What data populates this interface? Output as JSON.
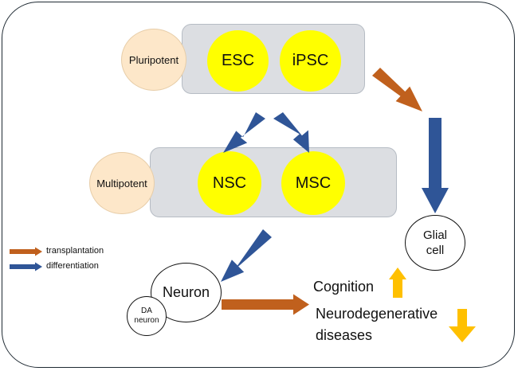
{
  "labels": {
    "pluripotent": "Pluripotent",
    "multipotent": "Multipotent",
    "esc": "ESC",
    "ipsc": "iPSC",
    "nsc": "NSC",
    "msc": "MSC",
    "neuron": "Neuron",
    "da_neuron_line1": "DA",
    "da_neuron_line2": "neuron",
    "glial_line1": "Glial",
    "glial_line2": "cell",
    "cognition": "Cognition",
    "neuro_line1": "Neurodegenerative",
    "neuro_line2": "diseases"
  },
  "legend": {
    "transplantation": "transplantation",
    "differentiation": "differentiation"
  },
  "colors": {
    "transplantation": "#c0601d",
    "differentiation": "#2f5597",
    "increase_decrease": "#ffc000",
    "stem_cell": "#ffff00",
    "potency": "#fde7c9",
    "box": "#dcdee2"
  }
}
